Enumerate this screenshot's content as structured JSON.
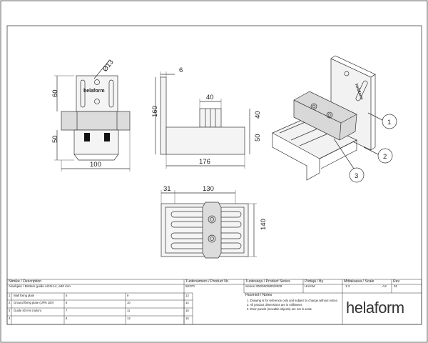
{
  "brand": {
    "logo_text": "helaform",
    "part_logo_text": "helaform"
  },
  "dimensions": {
    "diameter": "Ø13",
    "height_60": "60",
    "height_50": "50",
    "width_100": "100",
    "thickness_6": "6",
    "height_160": "160",
    "width_40": "40",
    "height_40": "40",
    "height_50_side": "50",
    "length_176": "176",
    "offset_31": "31",
    "width_130": "130",
    "depth_140": "140"
  },
  "callouts": [
    "1",
    "2",
    "3"
  ],
  "title_block": {
    "description_label": "Nimike / Description",
    "description_value": "Alaohjain / Bottom guide AGN-14, ø40 mm",
    "product_nr_label": "Tuotenumero / Product Nr.",
    "product_nr_value": "50370",
    "series_label": "Tuotesarja / Product Series",
    "series_value": "Series 300/500/800/2000",
    "drawn_label": "Piirtäjä / By",
    "drawn_value": "HV/AM",
    "scale_label": "Mittakaava / Scale",
    "scale_value": "1:2",
    "paper_size": "A3",
    "rev_label": "Rev",
    "rev_value": "01",
    "notes_label": "Huomiot / Notes",
    "notes": [
      "1. Drawing is for reference only and subject to change without notice.",
      "2. All product dimensions are in millimeter.",
      "3. Door panels (movable objects) are not in scale."
    ],
    "parts": [
      {
        "num": "1",
        "name": "Wall fixing plate",
        "c2": "5",
        "c3": "9",
        "c4": "13"
      },
      {
        "num": "2",
        "name": "Ground fixing plate (UPN 100)",
        "c2": "6",
        "c3": "10",
        "c4": "14"
      },
      {
        "num": "3",
        "name": "Guide 40 mm (nylon)",
        "c2": "7",
        "c3": "11",
        "c4": "15"
      },
      {
        "num": "4",
        "name": "",
        "c2": "8",
        "c3": "12",
        "c4": "16"
      }
    ]
  }
}
